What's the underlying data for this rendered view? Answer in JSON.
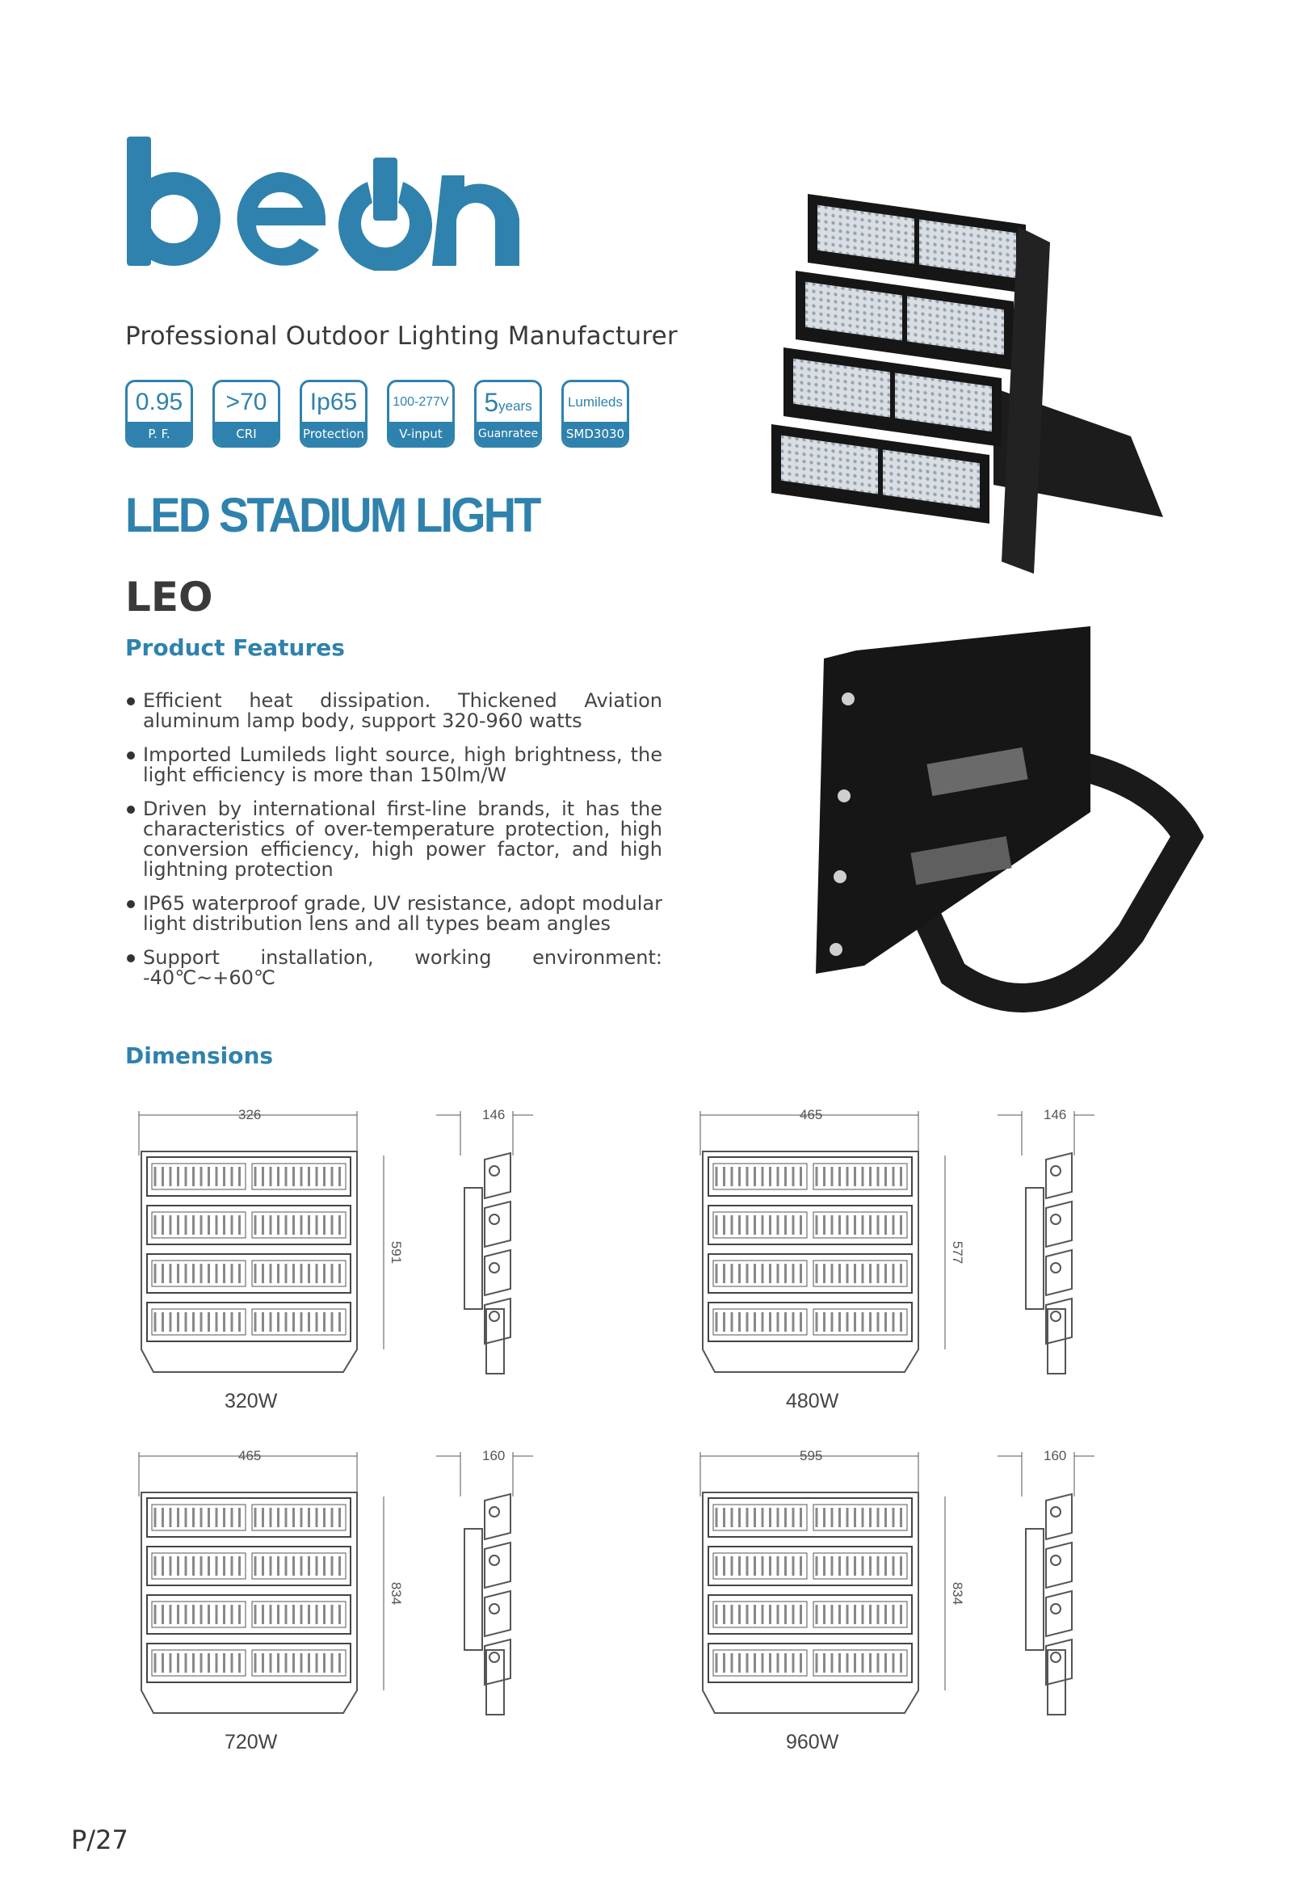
{
  "brand": "beon",
  "tagline": "Professional Outdoor Lighting Manufacturer",
  "badges": [
    {
      "value": "0.95",
      "label": "P. F."
    },
    {
      "value": ">70",
      "label": "CRI"
    },
    {
      "value": "Ip65",
      "label": "Protection"
    },
    {
      "value": "100-277V",
      "label": "V-input"
    },
    {
      "value_main": "5",
      "value_sub": "years",
      "label": "Guanratee"
    },
    {
      "value": "Lumileds",
      "label": "SMD3030"
    }
  ],
  "product_title": "LED STADIUM LIGHT",
  "model": "LEO",
  "features_heading": "Product Features",
  "features": [
    "Efficient heat dissipation. Thickened Aviation aluminum lamp body, support 320-960 watts",
    "Imported Lumileds light source, high brightness, the light efficiency is more than 150lm/W",
    "Driven by international first-line brands, it has the characteristics of over-temperature protection, high conversion efficiency, high power factor, and high lightning protection",
    "IP65 waterproof grade, UV resistance, adopt modular light distribution lens and all types beam angles",
    "Support installation, working environment: -40℃~+60℃"
  ],
  "dimensions_heading": "Dimensions",
  "models": [
    {
      "watt": "320W",
      "width": "326",
      "height": "591",
      "depth": "146"
    },
    {
      "watt": "480W",
      "width": "465",
      "height": "577",
      "depth": "146"
    },
    {
      "watt": "720W",
      "width": "465",
      "height": "834",
      "depth": "160"
    },
    {
      "watt": "960W",
      "width": "595",
      "height": "834",
      "depth": "160"
    }
  ],
  "page_number": "P/27",
  "colors": {
    "brand_blue": "#2f82ad",
    "text": "#3a3a3a"
  }
}
